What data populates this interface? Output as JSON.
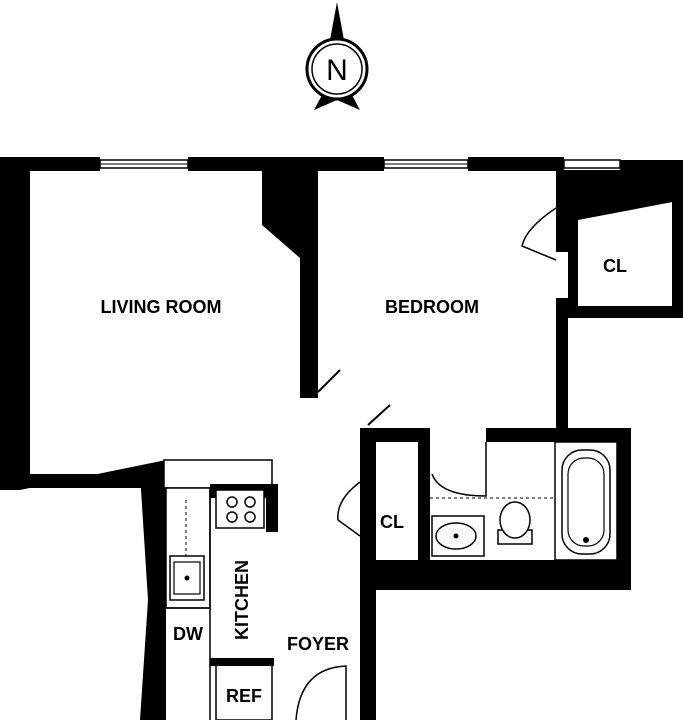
{
  "compass": {
    "letter": "N"
  },
  "rooms": {
    "living_room": "LIVING ROOM",
    "bedroom": "BEDROOM",
    "closet_bedroom": "CL",
    "closet_foyer": "CL",
    "kitchen": "KITCHEN",
    "foyer": "FOYER",
    "dishwasher": "DW",
    "refrigerator": "REF"
  }
}
